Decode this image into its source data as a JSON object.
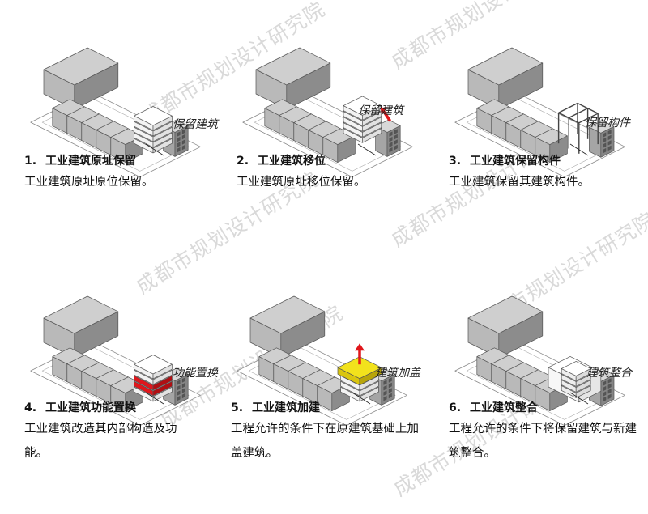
{
  "panels": [
    {
      "num": "1.",
      "title": "工业建筑原址保留",
      "callout": "保留建筑",
      "desc": "工业建筑原址原位保留。",
      "variant": "retain"
    },
    {
      "num": "2.",
      "title": "工业建筑移位",
      "callout": "保留建筑",
      "desc": "工业建筑原址移位保留。",
      "variant": "relocate"
    },
    {
      "num": "3.",
      "title": "工业建筑保留构件",
      "callout": "保留构件",
      "desc": "工业建筑保留其建筑构件。",
      "variant": "frame"
    },
    {
      "num": "4.",
      "title": "工业建筑功能置换",
      "callout": "功能置换",
      "desc": "工业建筑改造其内部构造及功能。",
      "variant": "replace"
    },
    {
      "num": "5.",
      "title": "工业建筑加建",
      "callout": "建筑加盖",
      "desc": "工程允许的条件下在原建筑基础上加盖建筑。",
      "variant": "add"
    },
    {
      "num": "6.",
      "title": "工业建筑整合",
      "callout": "建筑整合",
      "desc": "工程允许的条件下将保留建筑与新建筑整合。",
      "variant": "integrate"
    }
  ],
  "watermark": "成都市规划设计研究院",
  "colors": {
    "accent": "#e0161b",
    "highlight": "#f2e21c",
    "block": "#b9b9b9",
    "block_side": "#8c8c8c",
    "block_top": "#cfcfcf",
    "white": "#ffffff"
  }
}
